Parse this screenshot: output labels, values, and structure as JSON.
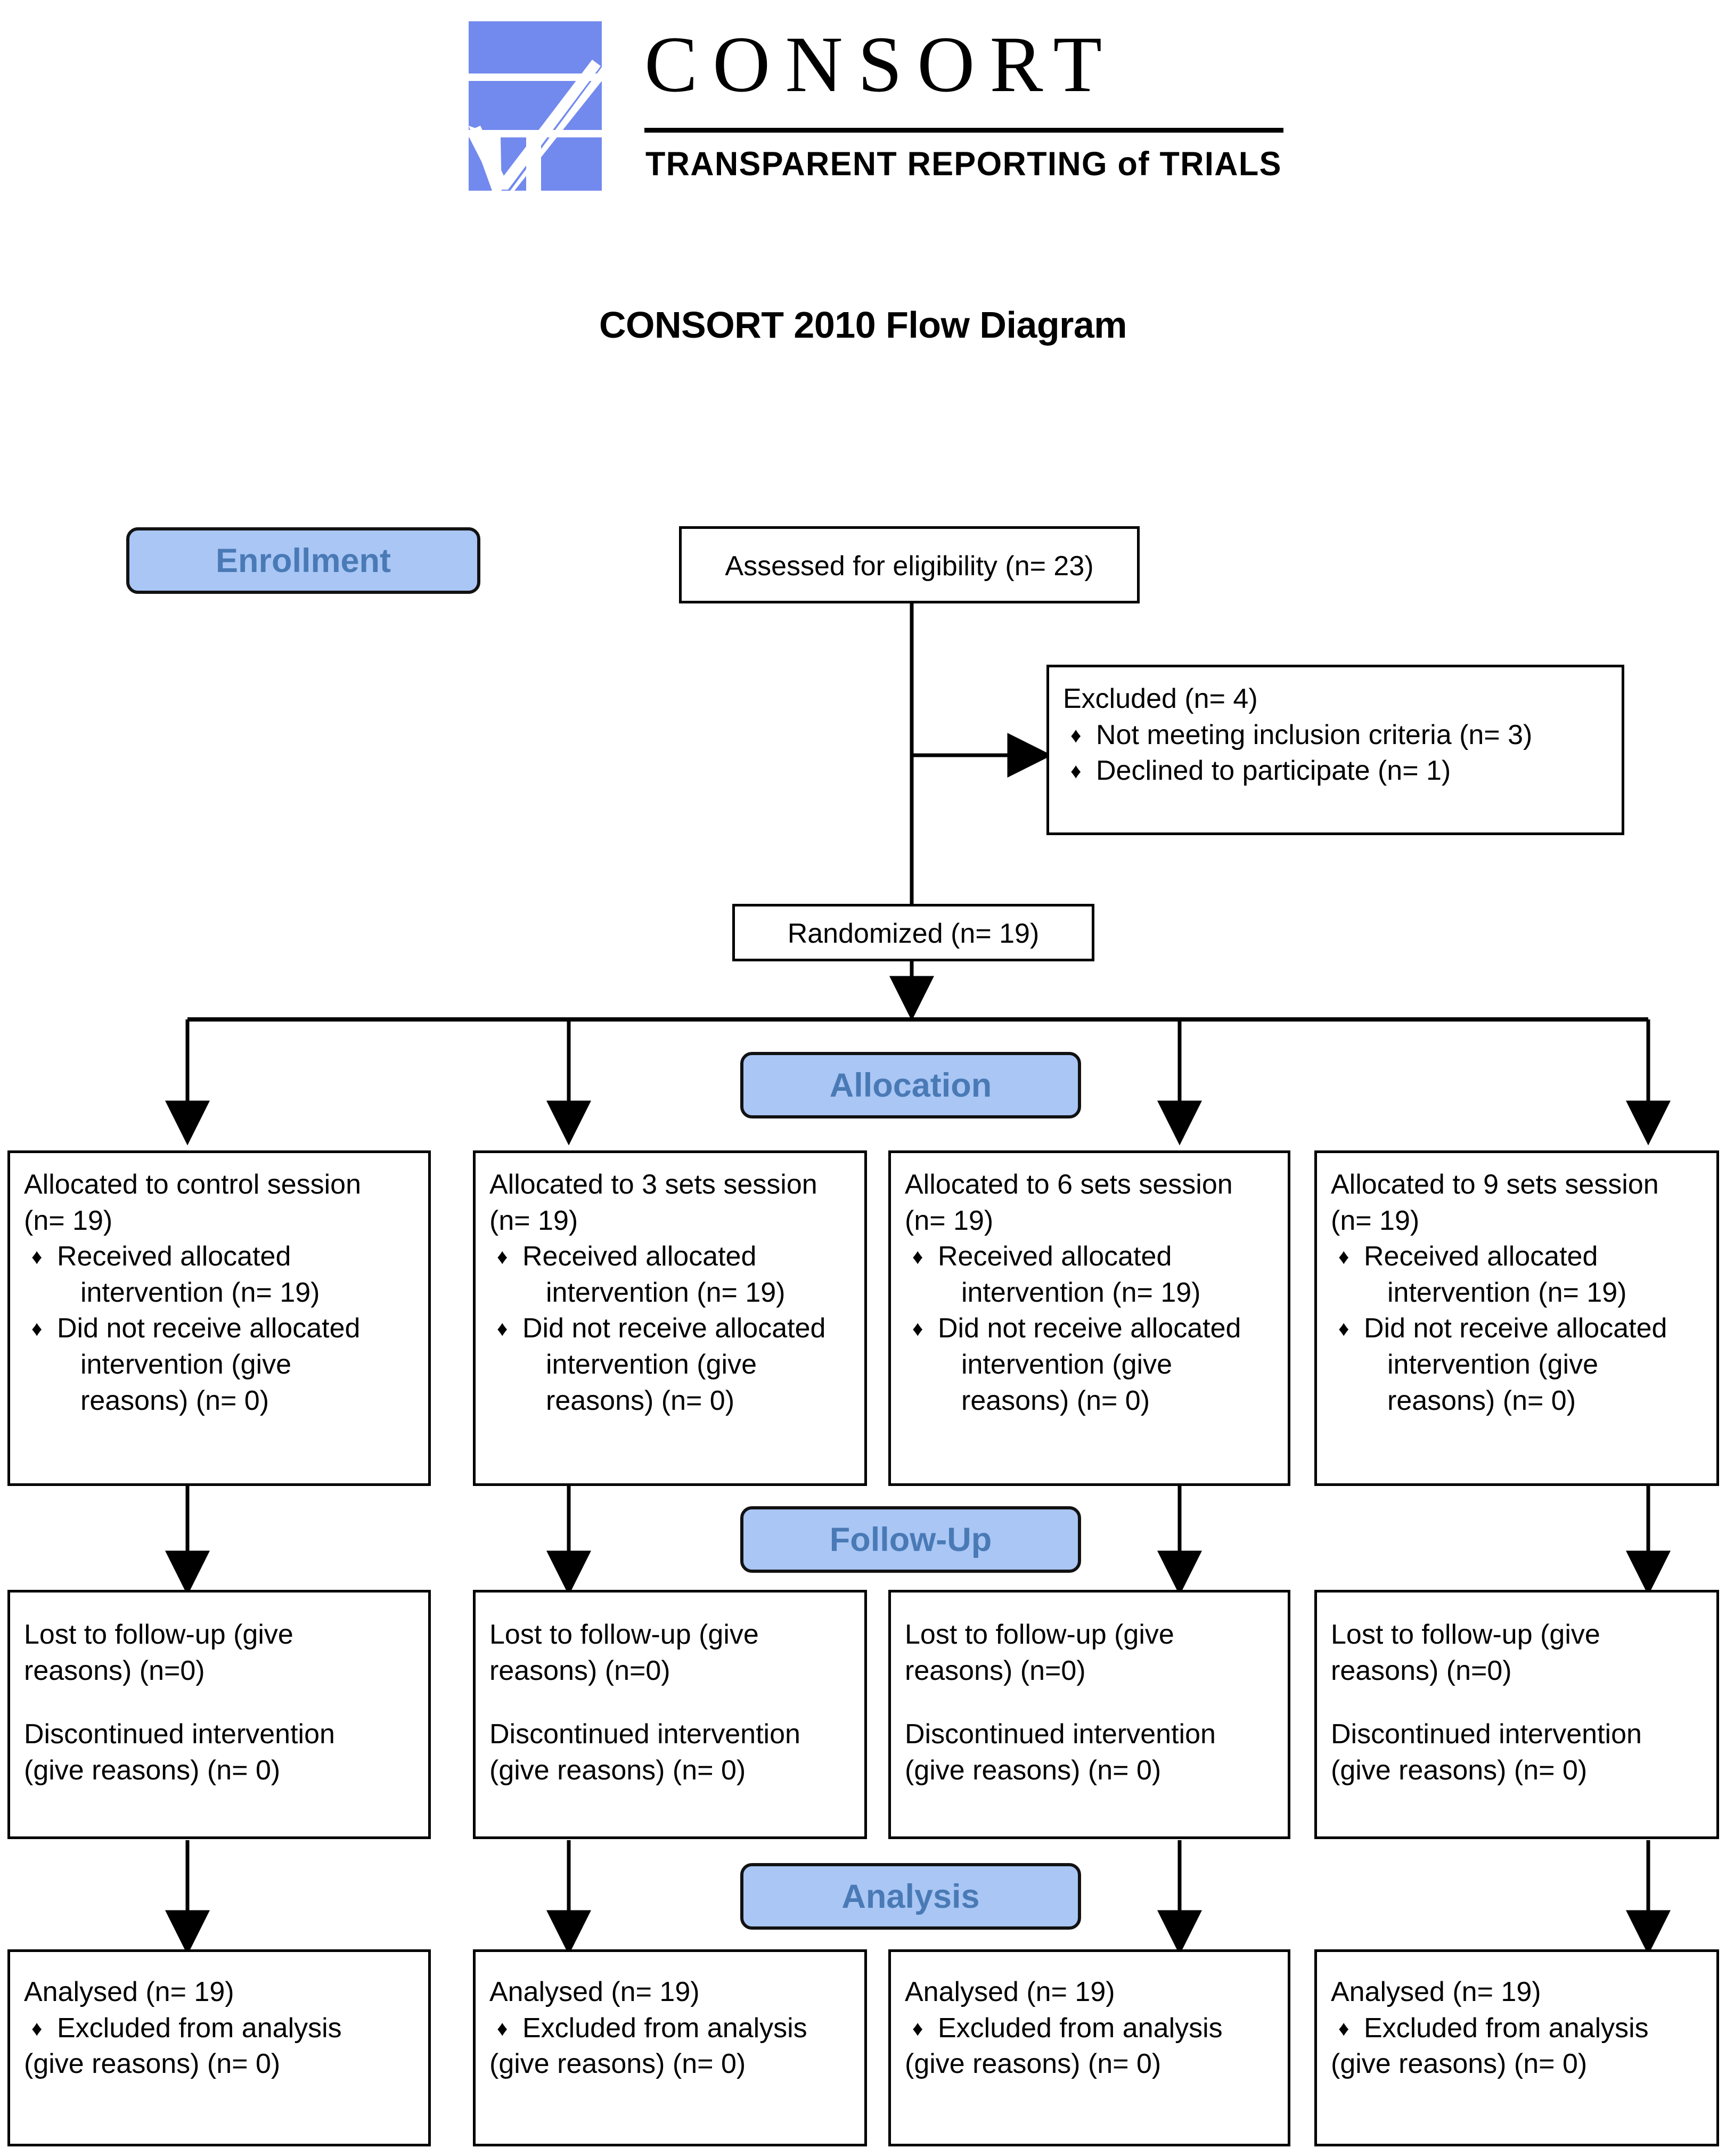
{
  "logo": {
    "wordmark": "CONSORT",
    "tagline": "TRANSPARENT REPORTING of TRIALS",
    "mark_color": "#7289ee"
  },
  "title": "CONSORT 2010 Flow Diagram",
  "colors": {
    "banner_fill": "#a9c6f5",
    "banner_text": "#4a7ab5",
    "banner_border": "#121212",
    "box_border": "#000000",
    "logo_blue": "#7289ee"
  },
  "stages": {
    "enrollment": "Enrollment",
    "allocation": "Allocation",
    "followup": "Follow-Up",
    "analysis": "Analysis"
  },
  "enrollment": {
    "assessed": "Assessed for eligibility (n= 23)",
    "excluded": {
      "heading": "Excluded  (n= 4)",
      "bullets": [
        "Not meeting inclusion criteria (n= 3)",
        "Declined to participate (n= 1)"
      ]
    },
    "randomized": "Randomized (n= 19)"
  },
  "bullet_glyph": "♦",
  "arms": [
    {
      "allocation": {
        "heading_line1": "Allocated to control session",
        "heading_line2": "(n= 19)",
        "bullets": [
          {
            "line1": "Received allocated",
            "line2": "intervention (n= 19)"
          },
          {
            "line1": "Did not receive allocated",
            "line2": "intervention (give",
            "line3": "reasons) (n= 0)"
          }
        ]
      },
      "followup": {
        "line1": "Lost to follow-up (give",
        "line2": "reasons) (n=0)",
        "line3": "Discontinued intervention",
        "line4": "(give reasons) (n= 0)"
      },
      "analysis": {
        "line1": "Analysed (n= 19)",
        "bullet": "Excluded from analysis",
        "line3": "(give reasons) (n= 0)"
      }
    },
    {
      "allocation": {
        "heading_line1": "Allocated to 3 sets session",
        "heading_line2": "(n= 19)",
        "bullets": [
          {
            "line1": "Received allocated",
            "line2": "intervention (n= 19)"
          },
          {
            "line1": "Did not receive allocated",
            "line2": "intervention (give",
            "line3": "reasons) (n= 0)"
          }
        ]
      },
      "followup": {
        "line1": "Lost to follow-up (give",
        "line2": "reasons) (n=0)",
        "line3": "Discontinued intervention",
        "line4": "(give reasons) (n= 0)"
      },
      "analysis": {
        "line1": "Analysed (n= 19)",
        "bullet": "Excluded from analysis",
        "line3": "(give reasons) (n= 0)"
      }
    },
    {
      "allocation": {
        "heading_line1": "Allocated to 6 sets session",
        "heading_line2": "(n= 19)",
        "bullets": [
          {
            "line1": "Received allocated",
            "line2": "intervention (n= 19)"
          },
          {
            "line1": "Did not receive allocated",
            "line2": "intervention (give",
            "line3": "reasons) (n= 0)"
          }
        ]
      },
      "followup": {
        "line1": "Lost to follow-up (give",
        "line2": "reasons) (n=0)",
        "line3": "Discontinued intervention",
        "line4": "(give reasons) (n= 0)"
      },
      "analysis": {
        "line1": "Analysed (n= 19)",
        "bullet": "Excluded from analysis",
        "line3": "(give reasons) (n= 0)"
      }
    },
    {
      "allocation": {
        "heading_line1": "Allocated to 9 sets session",
        "heading_line2": "(n= 19)",
        "bullets": [
          {
            "line1": "Received allocated",
            "line2": "intervention (n= 19)"
          },
          {
            "line1": "Did not receive allocated",
            "line2": "intervention (give",
            "line3": "reasons) (n= 0)"
          }
        ]
      },
      "followup": {
        "line1": "Lost to follow-up (give",
        "line2": "reasons) (n=0)",
        "line3": "Discontinued intervention",
        "line4": "(give reasons) (n= 0)"
      },
      "analysis": {
        "line1": "Analysed (n= 19)",
        "bullet": "Excluded from analysis",
        "line3": "(give reasons) (n= 0)"
      }
    }
  ]
}
